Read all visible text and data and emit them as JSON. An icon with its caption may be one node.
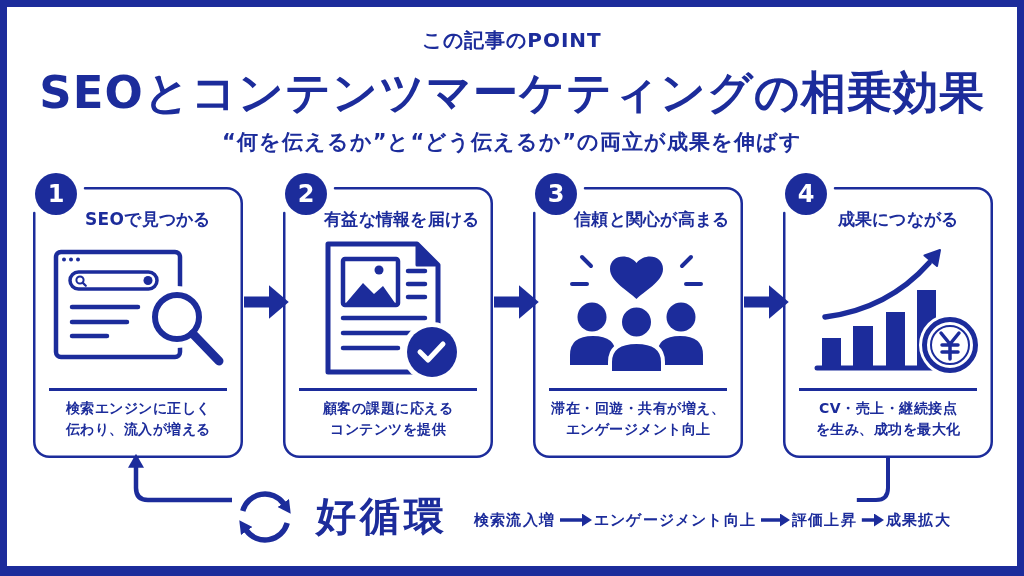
{
  "diagram": {
    "title": "SEOとコンテンツマーケティングの相乗効果",
    "nodes": [
      {
        "text": [
          "1"
        ]
      },
      {
        "text": [
          "SEOで見つかる",
          "検索エンジンに正しく伝わり、流入が増える"
        ]
      },
      {
        "text": [
          "2"
        ]
      },
      {
        "text": [
          "有益な情報を届ける",
          "顧客の課題に応えるコンテンツを提供"
        ]
      },
      {
        "text": [
          "3"
        ]
      },
      {
        "text": [
          "信頼と関心が高まる",
          "滞在・回遊・共有が増え、エンゲージメント向上"
        ]
      },
      {
        "text": [
          "4"
        ]
      },
      {
        "text": [
          "成果につながる",
          "CV・売上・継続接点を生み、成功を最大化"
        ]
      },
      {
        "text": [],
        "shape": "picture",
        "beside": [
          "好循環"
        ]
      },
      {
        "text": [
          "検索流入増"
        ]
      },
      {
        "text": [
          "エンゲージメント向上"
        ]
      },
      {
        "text": [
          "評価上昇"
        ]
      },
      {
        "text": [
          "成果拡大"
        ]
      }
    ],
    "edges": [
      {
        "from": 1,
        "to": 3,
        "arrow": "to",
        "style": "thick"
      },
      {
        "from": 3,
        "to": 5,
        "arrow": "to",
        "style": "thick"
      },
      {
        "from": 5,
        "to": 7,
        "arrow": "to",
        "style": "thick"
      },
      {
        "from": 7,
        "to": 11,
        "arrow": "none"
      },
      {
        "from": 8,
        "to": 1,
        "arrow": "to"
      },
      {
        "from": 9,
        "to": 10,
        "arrow": "to"
      },
      {
        "from": 10,
        "to": 11,
        "arrow": "to"
      },
      {
        "from": 11,
        "to": 12,
        "arrow": "to"
      }
    ],
    "labels": [
      "この記事のPOINT",
      "“何を伝えるか”と“どう伝えるか”の両立が成果を伸ばす"
    ]
  }
}
